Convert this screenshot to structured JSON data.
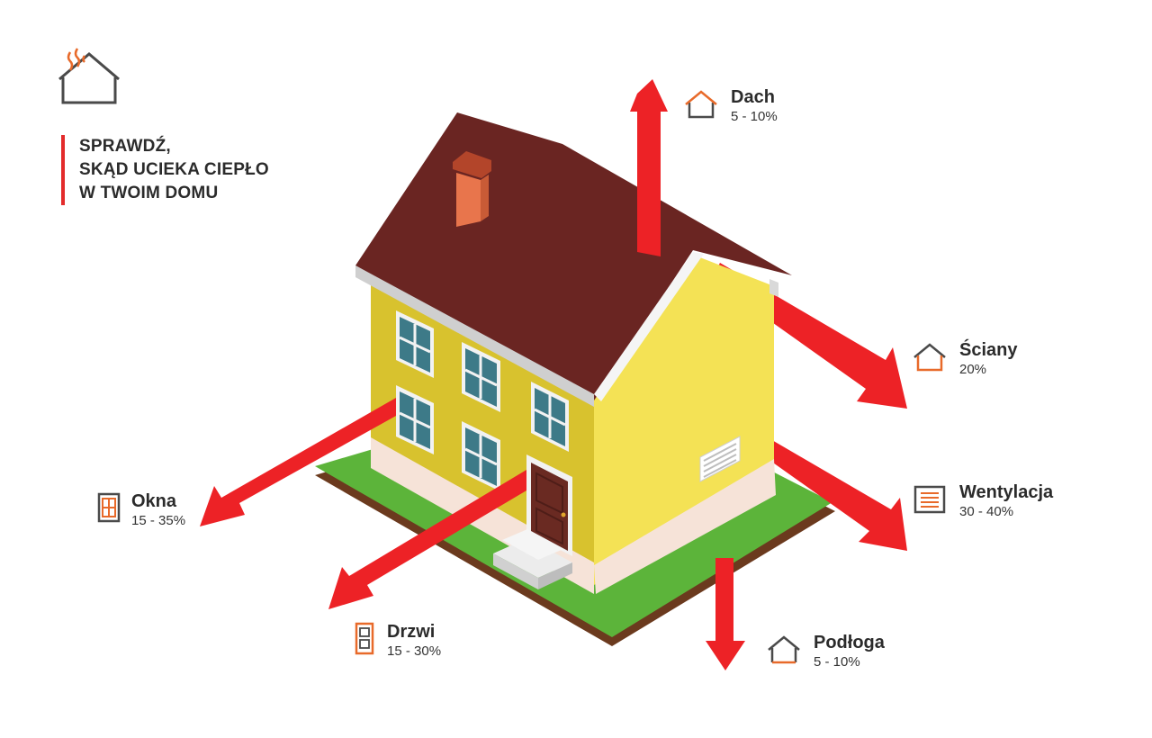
{
  "headline": [
    "SPRAWDŹ,",
    "SKĄD UCIEKA CIEPŁO",
    "W TWOIM DOMU"
  ],
  "labels": {
    "dach": {
      "name": "Dach",
      "pct": "5 - 10%"
    },
    "sciany": {
      "name": "Ściany",
      "pct": "20%"
    },
    "wentylacja": {
      "name": "Wentylacja",
      "pct": "30 - 40%"
    },
    "podloga": {
      "name": "Podłoga",
      "pct": "5 - 10%"
    },
    "okna": {
      "name": "Okna",
      "pct": "15 - 35%"
    },
    "drzwi": {
      "name": "Drzwi",
      "pct": "15 - 30%"
    }
  },
  "icons": {
    "logo": "house-heat-icon",
    "dach": "house-outline-icon",
    "sciany": "house-outline-icon",
    "wentylacja": "vent-grille-icon",
    "podloga": "house-outline-icon",
    "okna": "window-icon",
    "drzwi": "door-icon"
  },
  "colors": {
    "arrow": "#ed2226",
    "accent_orange": "#e86a2a",
    "icon_gray": "#4a4a4a",
    "text": "#2b2b2b",
    "roof": "#6a2522",
    "wall_front": "#d8c22e",
    "wall_side": "#f4e255",
    "grass": "#5cb43a",
    "door": "#6a2a22",
    "window_glass": "#3d7a88"
  }
}
